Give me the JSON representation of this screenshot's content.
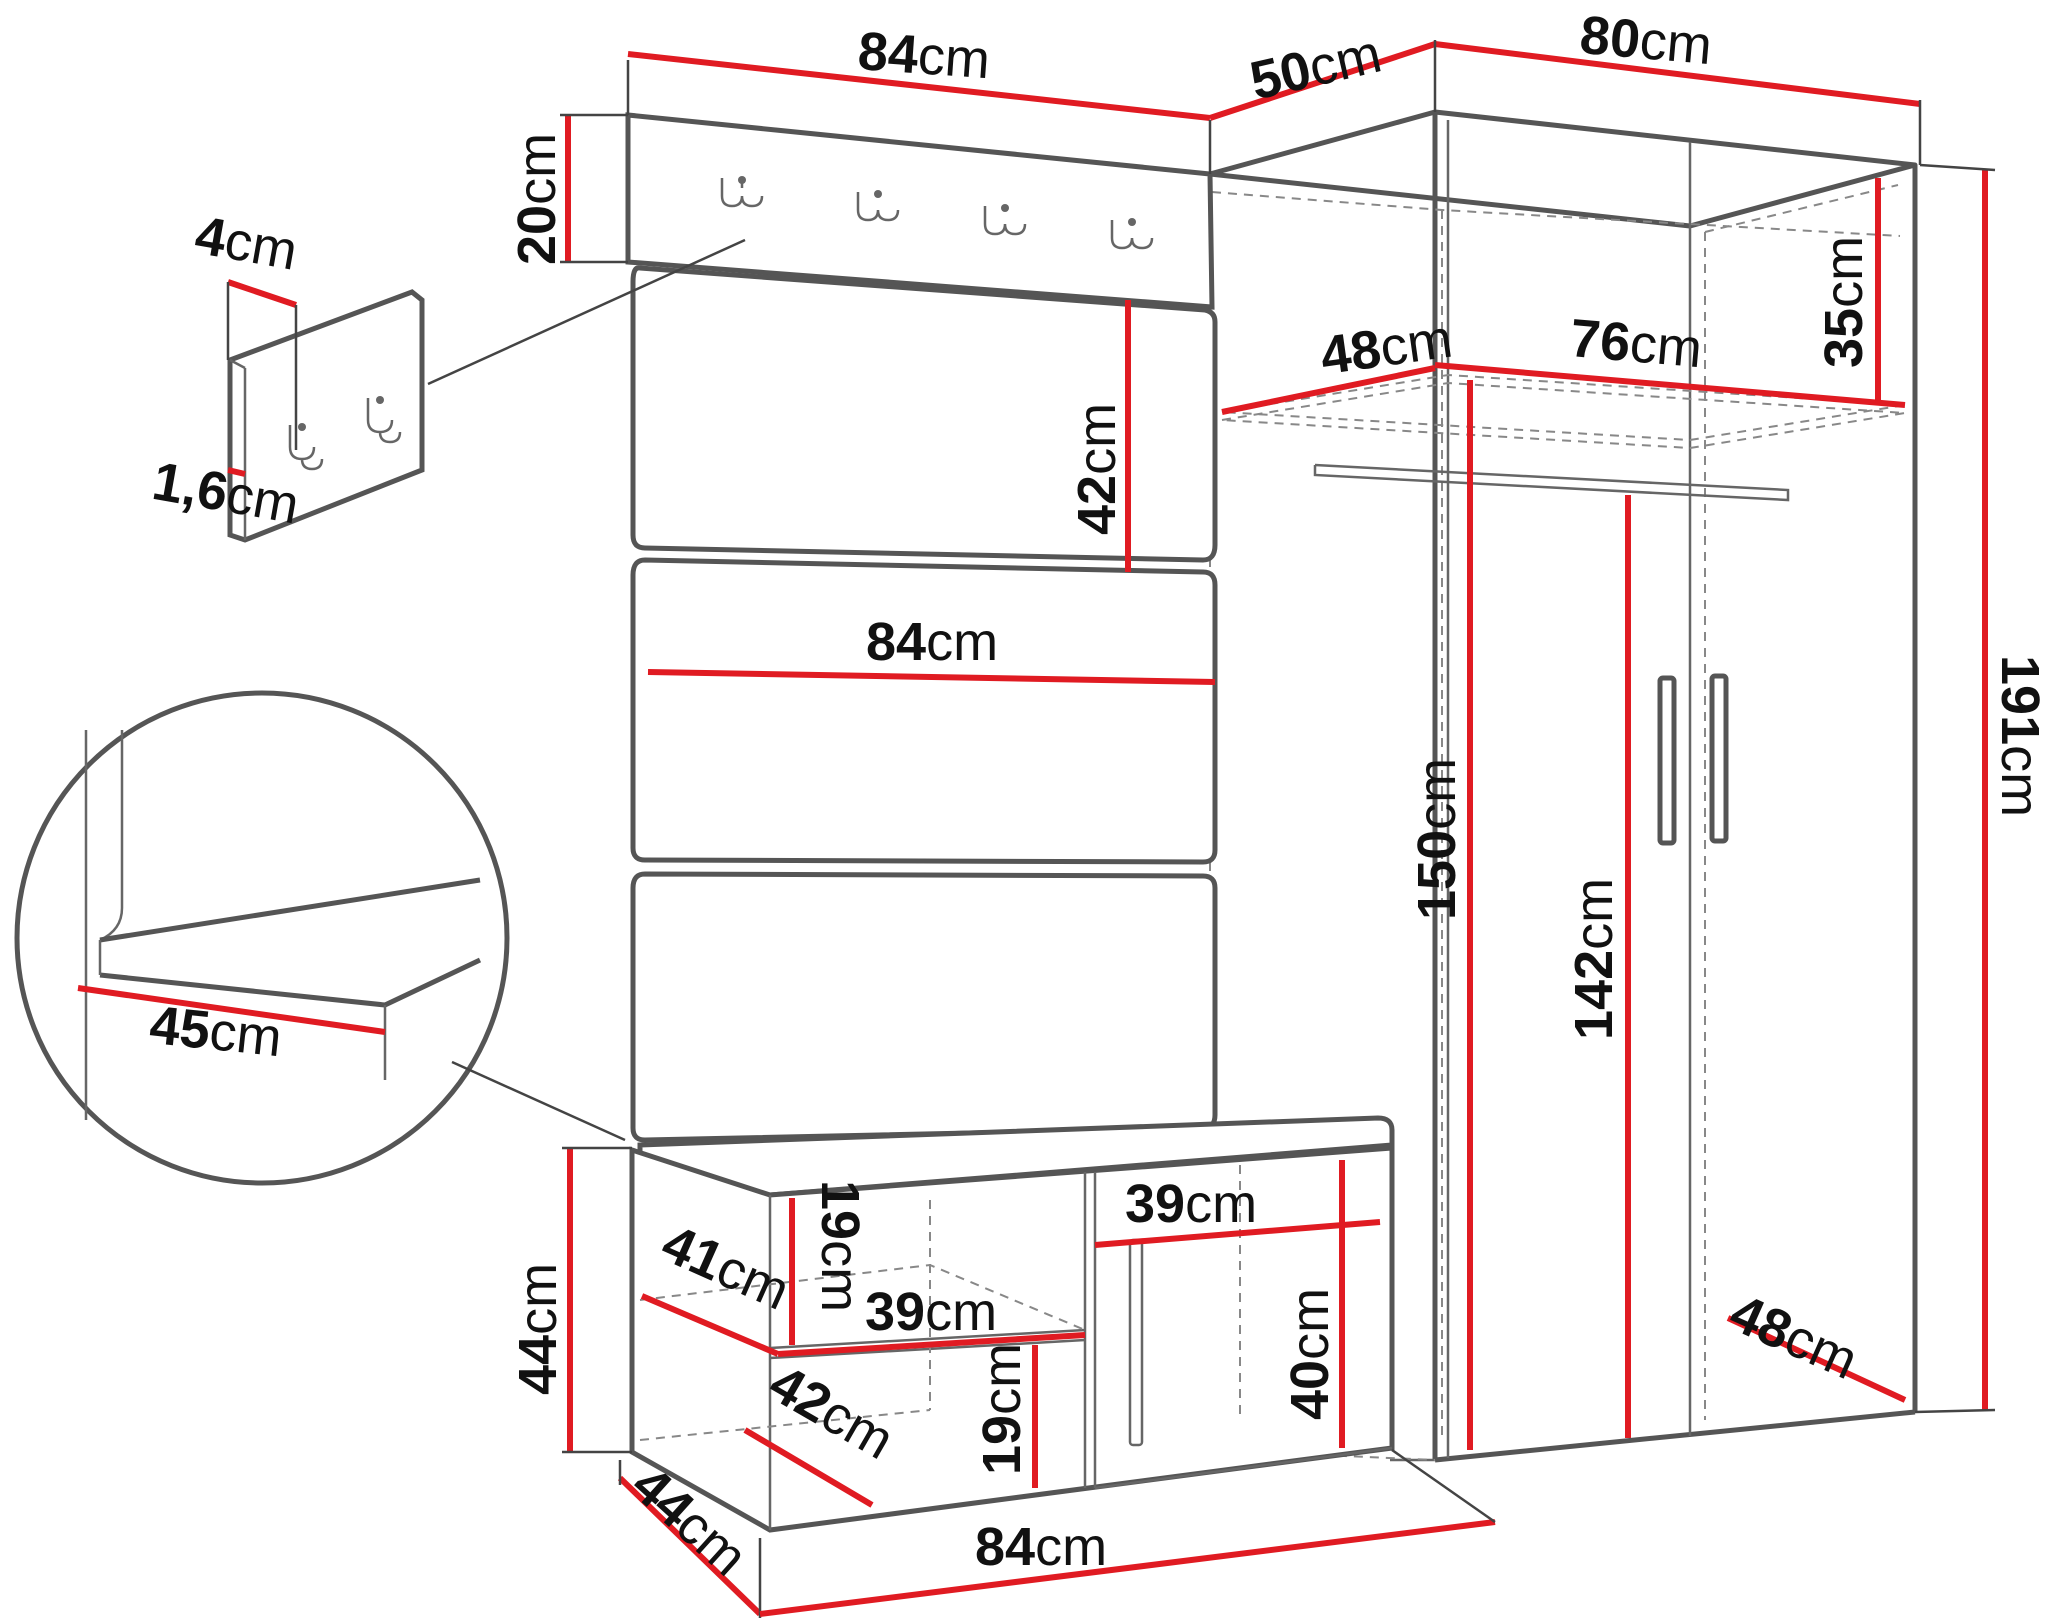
{
  "diagram": {
    "units": "cm",
    "colors": {
      "dimension_line": "#e01b22",
      "outline": "#555555",
      "text": "#111111"
    },
    "labels": {
      "coat_top_width": "84",
      "corner_width": "50",
      "wardrobe_width": "80",
      "hook_rail_height": "20",
      "hook_board_depth": "4",
      "hook_board_thickness": "1,6",
      "panel_height": "42",
      "panel_width": "84",
      "seat_depth": "45",
      "shelf_depth": "48",
      "rail_width": "76",
      "top_compartment_height": "35",
      "wardrobe_inner_height": "150",
      "door_height": "142",
      "total_height": "191",
      "wardrobe_depth": "48",
      "bench_height": "44",
      "bench_depth": "44",
      "bench_width": "84",
      "shelf_top_width": "39",
      "drawer_width": "39",
      "upper_gap": "19",
      "lower_gap": "19",
      "cabinet_height": "40",
      "upper_shelf_depth": "41",
      "lower_shelf_depth": "42"
    },
    "unit_text": "cm",
    "icons": [
      "coat-hook-icon",
      "door-handle-icon",
      "magnifier-circle-icon"
    ]
  }
}
